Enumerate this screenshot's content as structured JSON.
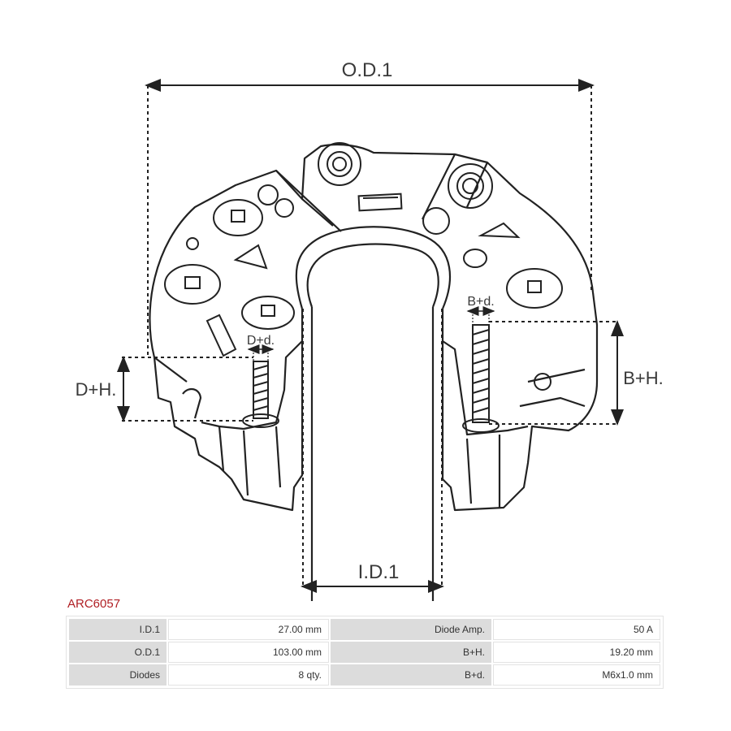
{
  "drawing": {
    "label_od": "O.D.1",
    "label_id": "I.D.1",
    "label_dh": "D+H.",
    "label_bh": "B+H.",
    "label_dd": "D+d.",
    "label_bd": "B+d."
  },
  "part_code": "ARC6057",
  "specs": [
    {
      "label1": "I.D.1",
      "value1": "27.00 mm",
      "label2": "Diode Amp.",
      "value2": "50 A"
    },
    {
      "label1": "O.D.1",
      "value1": "103.00 mm",
      "label2": "B+H.",
      "value2": "19.20 mm"
    },
    {
      "label1": "Diodes",
      "value1": "8 qty.",
      "label2": "B+d.",
      "value2": "M6x1.0 mm"
    }
  ],
  "colors": {
    "accent": "#b01f24",
    "line": "#222222",
    "label_cell": "#dcdcdc"
  }
}
